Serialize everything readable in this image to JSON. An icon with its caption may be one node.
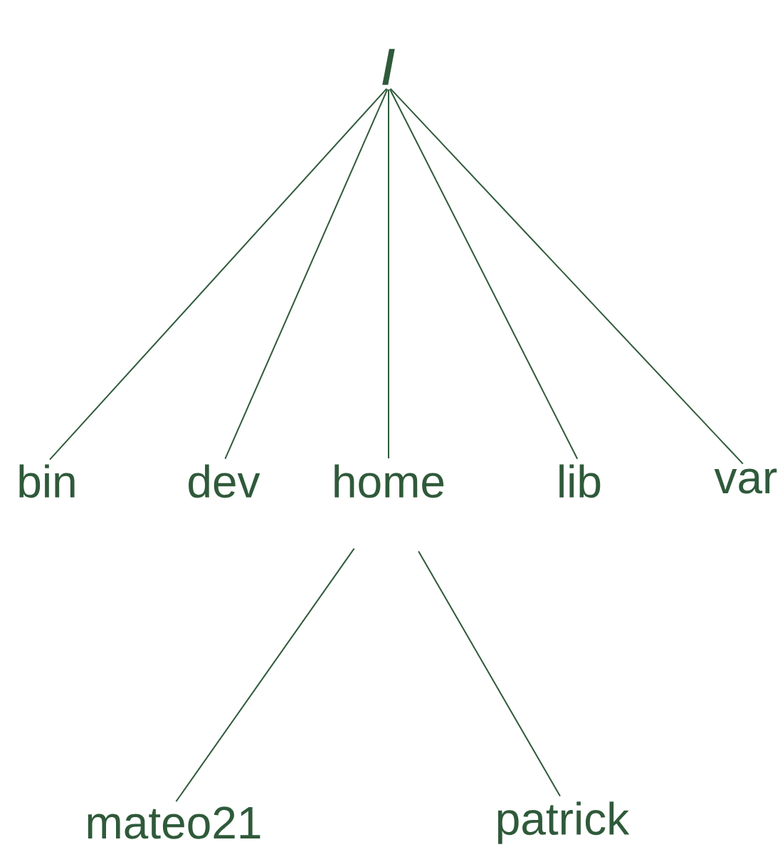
{
  "diagram": {
    "nodes": [
      {
        "text": [
          "/"
        ]
      },
      {
        "text": [
          "bin"
        ]
      },
      {
        "text": [
          "dev"
        ]
      },
      {
        "text": [
          "home"
        ]
      },
      {
        "text": [
          "lib"
        ]
      },
      {
        "text": [
          "var"
        ]
      },
      {
        "text": [
          "mateo21"
        ]
      },
      {
        "text": [
          "patrick"
        ]
      }
    ],
    "edges": [
      {
        "from": 0,
        "to": 1,
        "arrow": "none"
      },
      {
        "from": 0,
        "to": 2,
        "arrow": "none"
      },
      {
        "from": 0,
        "to": 3,
        "arrow": "none"
      },
      {
        "from": 0,
        "to": 4,
        "arrow": "none"
      },
      {
        "from": 0,
        "to": 5,
        "arrow": "none"
      },
      {
        "from": 3,
        "to": 6,
        "arrow": "none"
      },
      {
        "from": 3,
        "to": 7,
        "arrow": "none"
      }
    ]
  }
}
